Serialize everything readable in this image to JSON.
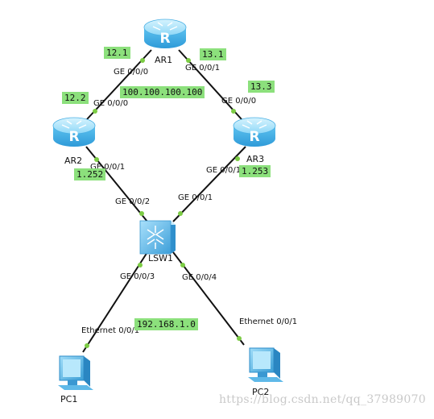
{
  "devices": {
    "ar1": {
      "name": "AR1"
    },
    "ar2": {
      "name": "AR2"
    },
    "ar3": {
      "name": "AR3"
    },
    "lsw1": {
      "name": "LSW1"
    },
    "pc1": {
      "name": "PC1"
    },
    "pc2": {
      "name": "PC2"
    }
  },
  "ports": {
    "ar1_g000": "GE 0/0/0",
    "ar1_g001": "GE 0/0/1",
    "ar2_g000": "GE 0/0/0",
    "ar2_g001": "GE 0/0/1",
    "ar3_g000": "GE 0/0/0",
    "ar3_g001": "GE 0/0/1",
    "lsw1_g002": "GE 0/0/2",
    "lsw1_g001": "GE 0/0/1",
    "lsw1_g003": "GE 0/0/3",
    "lsw1_g004": "GE 0/0/4",
    "pc1_eth": "Ethernet 0/0/1",
    "pc2_eth": "Ethernet 0/0/1"
  },
  "tags": {
    "t_12_1": "12.1",
    "t_13_1": "13.1",
    "t_12_2": "12.2",
    "t_13_3": "13.3",
    "t_loop": "100.100.100.100",
    "t_1_252": "1.252",
    "t_1_253": "1.253",
    "t_lan": "192.168.1.0"
  },
  "watermark": "https://blog.csdn.net/qq_37989070",
  "colors": {
    "link": "#111111",
    "port_dot": "#7ccc44",
    "tag_bg": "#8ce07c",
    "router_body": "#5ec3f0",
    "router_top": "#a8e4fb",
    "switch_body": "#6bc0ee",
    "pc_screen": "#4fb6e6"
  }
}
